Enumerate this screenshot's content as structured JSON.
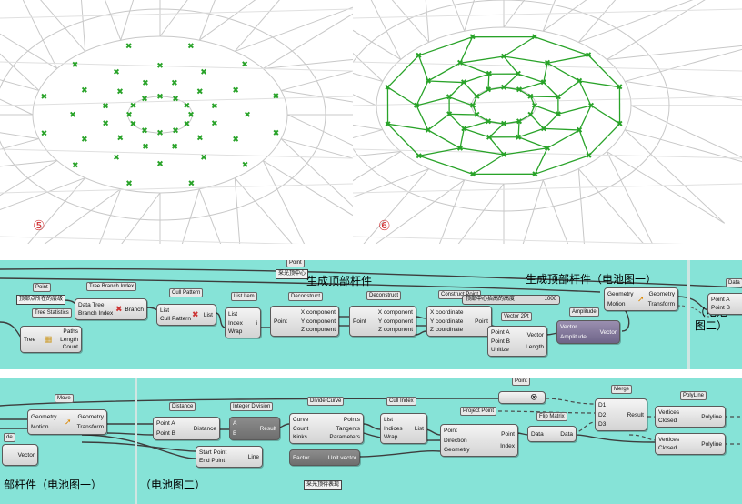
{
  "viewports": {
    "left": {
      "figure_number": "⑤"
    },
    "right": {
      "figure_number": "⑥"
    }
  },
  "colors": {
    "canvas": "#86e3d7",
    "point": "#29a329",
    "wire": "#444444",
    "figure_number": "#d2383a"
  },
  "canvas1": {
    "group_label_1": "生成顶部杆件",
    "group_label_2": "生成顶部杆件（电池图一）",
    "group_label_3": "（电池",
    "group_label_3b": "图二）",
    "top_point_label": "Point",
    "panel_top": "采光顶中心",
    "point_label": "Point",
    "point_panel": "顶部点所在的层级",
    "tree_stats": {
      "title": "Tree Statistics",
      "in": "Tree",
      "out1": "Paths",
      "out2": "Length",
      "out3": "Count"
    },
    "tree_branch": {
      "title": "Tree Branch Index",
      "in1": "Data Tree",
      "in2": "Branch Index",
      "out": "Branch"
    },
    "cull_pattern": {
      "title": "Cull Pattern",
      "in1": "List",
      "in2": "Cull Pattern",
      "out": "List"
    },
    "list_item": {
      "title": "List Item",
      "in1": "List",
      "in2": "Index",
      "in3": "Wrap",
      "out": "i"
    },
    "deconstruct1": {
      "title": "Deconstruct",
      "in": "Point",
      "out1": "X component",
      "out2": "Y component",
      "out3": "Z component"
    },
    "deconstruct2": {
      "title": "Deconstruct",
      "in": "Point",
      "out1": "X component",
      "out2": "Y component",
      "out3": "Z component"
    },
    "construct": {
      "title": "Construct Point",
      "in1": "X coordinate",
      "in2": "Y coordinate",
      "in3": "Z coordinate",
      "out": "Point"
    },
    "slider": {
      "label": "顶部中心抬高的高度",
      "value": "1000"
    },
    "vector2pt": {
      "title": "Vector 2Pt",
      "in1": "Point A",
      "in2": "Point B",
      "in3": "Unitize",
      "out1": "Vector",
      "out2": "Length"
    },
    "amplitude": {
      "title": "Amplitude",
      "in1": "Vector",
      "in2": "Amplitude",
      "out": "Vector"
    },
    "move": {
      "in1": "Geometry",
      "in2": "Motion",
      "out1": "Geometry",
      "out2": "Transform"
    },
    "right_in1": "Point A",
    "right_in2": "Point B",
    "right_tag": "Data"
  },
  "canvas2": {
    "group_label_1": "部杆件（电池图一）",
    "group_label_2": "（电池图二）",
    "left_tag": "de",
    "left_vector": "Vector",
    "move": {
      "title": "Move",
      "in1": "Geometry",
      "in2": "Motion",
      "out1": "Geometry",
      "out2": "Transform"
    },
    "distance": {
      "title": "Distance",
      "in1": "Point A",
      "in2": "Point B",
      "out": "Distance"
    },
    "integer_div": {
      "title": "Integer Division",
      "in1": "A",
      "in2": "B",
      "out": "Result"
    },
    "line": {
      "in1": "Start Point",
      "in2": "End Point",
      "out": "Line"
    },
    "divide_curve": {
      "title": "Divide Curve",
      "in1": "Curve",
      "in2": "Count",
      "in3": "Kinks",
      "out1": "Points",
      "out2": "Tangents",
      "out3": "Parameters"
    },
    "amplitude": {
      "in1": "Factor",
      "out": "Unit vector"
    },
    "cull_index": {
      "title": "Cull Index",
      "in1": "List",
      "in2": "Indices",
      "in3": "Wrap",
      "out": "List"
    },
    "project_point": {
      "title": "Project Point",
      "in1": "Point",
      "in2": "Direction",
      "in3": "Geometry",
      "out1": "Point",
      "out2": "Index"
    },
    "flip_matrix": {
      "title": "Flip Matrix",
      "in": "Data",
      "out": "Data"
    },
    "merge": {
      "title": "Merge",
      "in1": "D1",
      "in2": "D2",
      "in3": "D3",
      "out": "Result"
    },
    "polyline1": {
      "title": "PolyLine",
      "in1": "Vertices",
      "in2": "Closed",
      "out": "Polyline"
    },
    "polyline2": {
      "in1": "Vertices",
      "in2": "Closed",
      "out": "Polyline"
    },
    "point_tag": "Point",
    "panel_bottom": "采光顶待表现"
  }
}
